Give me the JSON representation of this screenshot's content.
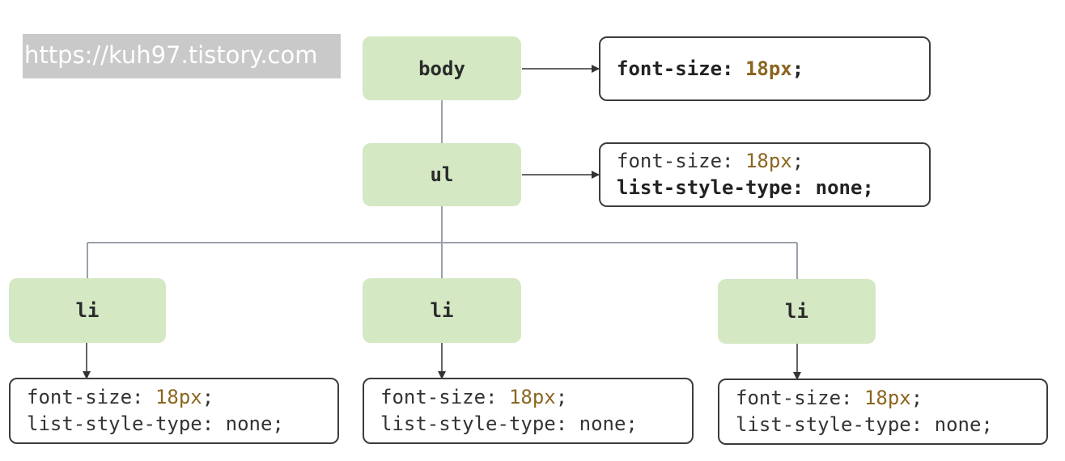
{
  "watermark": "https://kuh97.tistory.com",
  "nodes": {
    "body": "body",
    "ul": "ul",
    "li_1": "li",
    "li_2": "li",
    "li_3": "li"
  },
  "boxes": {
    "body": {
      "prop1": "font-size: ",
      "val1": "18px",
      "end1": ";"
    },
    "ul": {
      "prop1": "font-size: ",
      "val1": "18px",
      "end1": ";",
      "line2": "list-style-type: none;"
    },
    "li_1": {
      "prop1": "font-size: ",
      "val1": "18px",
      "end1": ";",
      "line2": "list-style-type: none;"
    },
    "li_2": {
      "prop1": "font-size: ",
      "val1": "18px",
      "end1": ";",
      "line2": "list-style-type: none;"
    },
    "li_3": {
      "prop1": "font-size: ",
      "val1": "18px",
      "end1": ";",
      "line2": "list-style-type: none;"
    }
  },
  "colors": {
    "node_fill": "#d4e8c3",
    "value": "#8b6520",
    "border": "#3c3c3c"
  }
}
